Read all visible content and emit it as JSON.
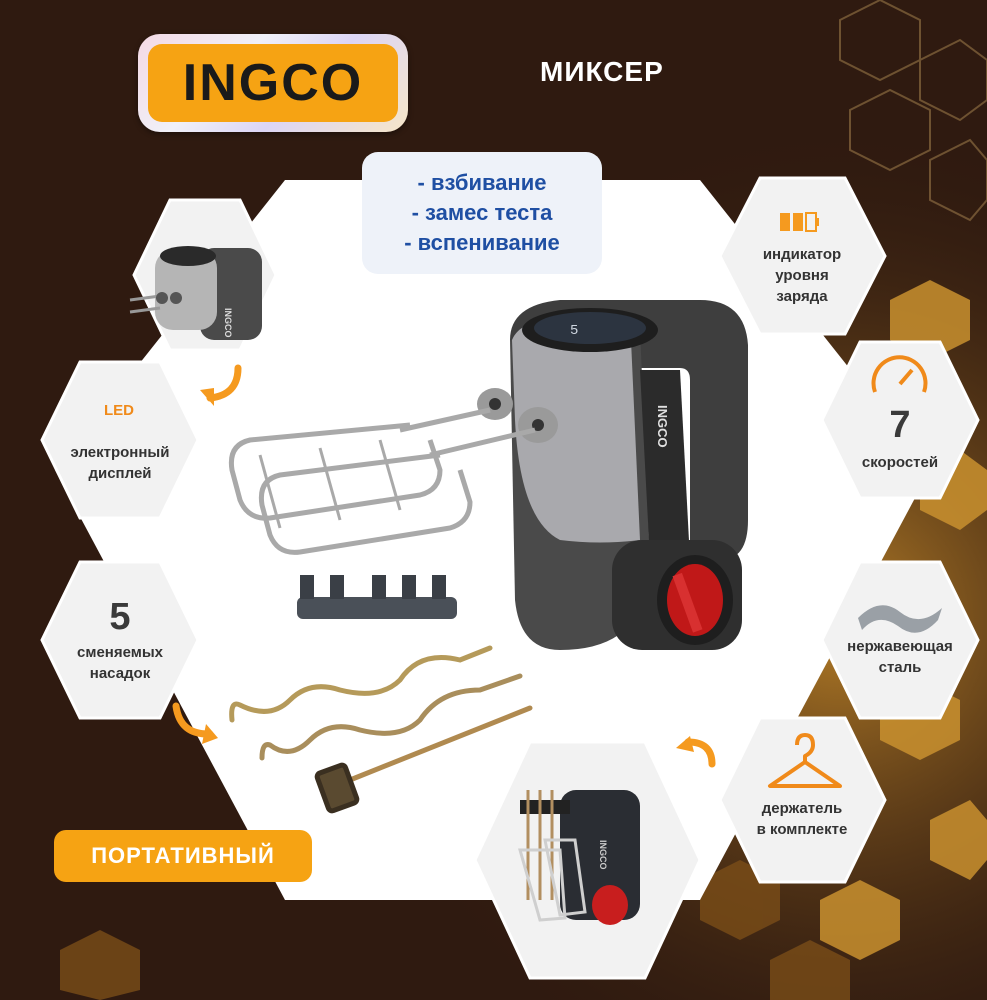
{
  "brand": {
    "logo_text": "INGCO"
  },
  "title": "МИКСЕР",
  "uses": [
    "- взбивание",
    "- замес теста",
    "- вспенивание"
  ],
  "features": {
    "battery": {
      "label": [
        "индикатор",
        "уровня",
        "заряда"
      ]
    },
    "speeds": {
      "number": "7",
      "label": "скоростей"
    },
    "display": {
      "badge": "LED",
      "label": [
        "электронный",
        "дисплей"
      ]
    },
    "attachments": {
      "number": "5",
      "label": [
        "сменяемых",
        "насадок"
      ]
    },
    "steel": {
      "label": [
        "нержавеющая",
        "сталь"
      ]
    },
    "holder": {
      "label": [
        "держатель",
        "в комплекте"
      ]
    }
  },
  "badge": "ПОРТАТИВНЫЙ",
  "colors": {
    "background": "#2f1a10",
    "accent": "#f6a313",
    "hex": "#f2f2f2",
    "text_blue": "#1f4fa3"
  },
  "icons": [
    "battery-icon",
    "speedometer-icon",
    "steel-wave-icon",
    "hanger-icon",
    "rotate-arrow-icon"
  ]
}
